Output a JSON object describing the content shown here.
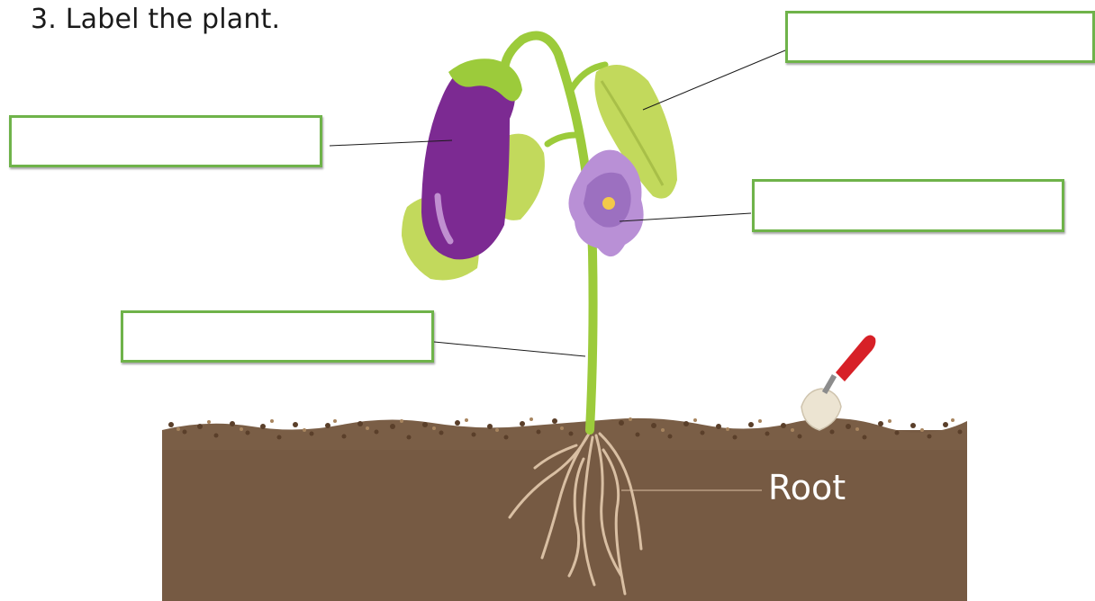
{
  "worksheet": {
    "question": "3. Label the plant.",
    "answer_boxes": [
      {
        "id": "top-right",
        "value": ""
      },
      {
        "id": "left",
        "value": ""
      },
      {
        "id": "mid-right",
        "value": ""
      },
      {
        "id": "mid-left",
        "value": ""
      }
    ],
    "given_label": "Root"
  },
  "colors": {
    "box_border": "#6fb34a",
    "soil": "#765a43",
    "stem": "#9ccb3b",
    "leaf": "#c2d95c",
    "eggplant": "#7c2a92",
    "flower": "#b990d6",
    "root": "#d9bfa3"
  }
}
